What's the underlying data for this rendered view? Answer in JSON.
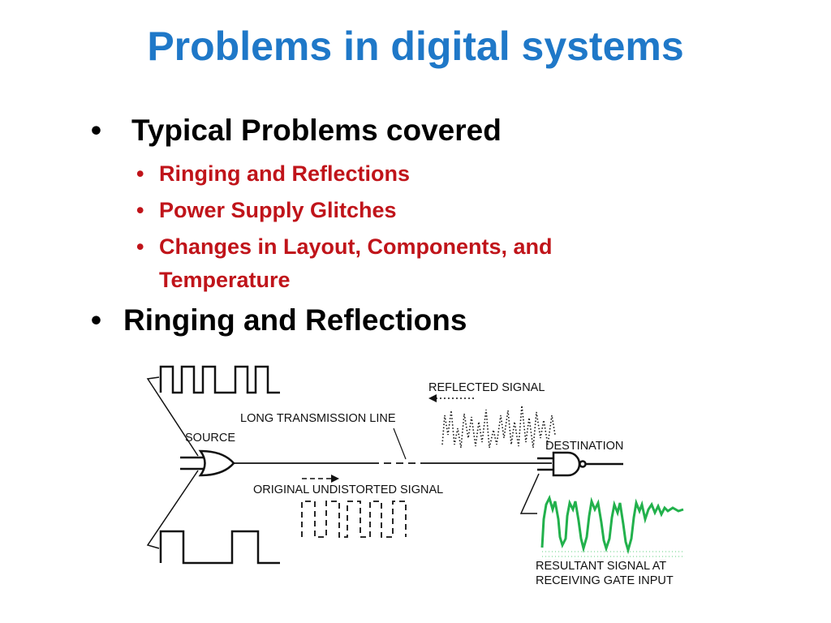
{
  "slide": {
    "title": "Problems in digital systems",
    "bullets": [
      {
        "text": "Typical Problems covered",
        "subitems": [
          "Ringing and Reflections",
          "Power Supply Glitches",
          "Changes in Layout, Components, and",
          "Temperature"
        ]
      },
      {
        "text": "Ringing and Reflections"
      }
    ],
    "bullet_glyph": "•"
  },
  "diagram": {
    "labels": {
      "source": "SOURCE",
      "line": "LONG TRANSMISSION LINE",
      "reflected": "REFLECTED SIGNAL",
      "destination": "DESTINATION",
      "original": "ORIGINAL UNDISTORTED SIGNAL",
      "resultant_1": "RESULTANT SIGNAL AT",
      "resultant_2": "RECEIVING GATE INPUT"
    },
    "colors": {
      "title": "#1f78c8",
      "sub_bullets": "#c0141a",
      "resultant_wave": "#22b14c",
      "line": "#111111"
    },
    "icons": [
      "or-gate-icon",
      "nand-gate-icon"
    ]
  }
}
